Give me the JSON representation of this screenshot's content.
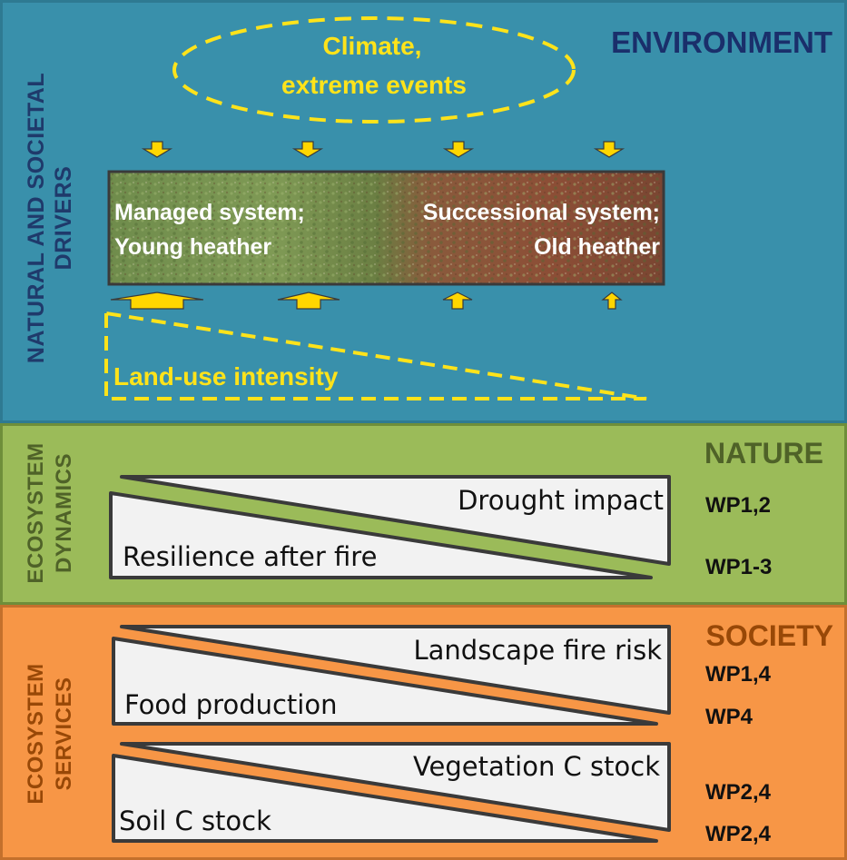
{
  "colors": {
    "environment_bg": "#3990ab",
    "nature_bg": "#9bbb59",
    "society_bg": "#f79646",
    "yellow": "#ffe31a",
    "environment_heading": "#1a2f6b",
    "nature_heading": "#4f6228",
    "society_heading": "#984807",
    "bar_fill": "#f2f2f2",
    "bar_stroke": "#3a3a3a"
  },
  "environment": {
    "heading": "ENVIRONMENT",
    "side_label_line1": "NATURAL AND SOCIETAL",
    "side_label_line2": "DRIVERS",
    "climate_line1": "Climate,",
    "climate_line2": "extreme events",
    "photo": {
      "left_line1": "Managed system;",
      "left_line2": "Young heather",
      "right_line1": "Successional system;",
      "right_line2": "Old heather"
    },
    "land_use_label": "Land-use intensity",
    "upward_arrow_sizes": [
      "large",
      "medium",
      "small",
      "tiny"
    ]
  },
  "nature": {
    "heading": "NATURE",
    "side_label_line1": "ECOSYSTEM",
    "side_label_line2": "DYNAMICS",
    "pairs": [
      {
        "top_label": "Drought impact",
        "bottom_label": "Resilience after fire",
        "wp_top": "WP1,2",
        "wp_bottom": "WP1-3"
      }
    ]
  },
  "society": {
    "heading": "SOCIETY",
    "side_label_line1": "ECOSYSTEM",
    "side_label_line2": "SERVICES",
    "pairs": [
      {
        "top_label": "Landscape fire risk",
        "bottom_label": "Food production",
        "wp_top": "WP1,4",
        "wp_bottom": "WP4"
      },
      {
        "top_label": "Vegetation C stock",
        "bottom_label": "Soil C stock",
        "wp_top": "WP2,4",
        "wp_bottom": "WP2,4"
      }
    ]
  }
}
